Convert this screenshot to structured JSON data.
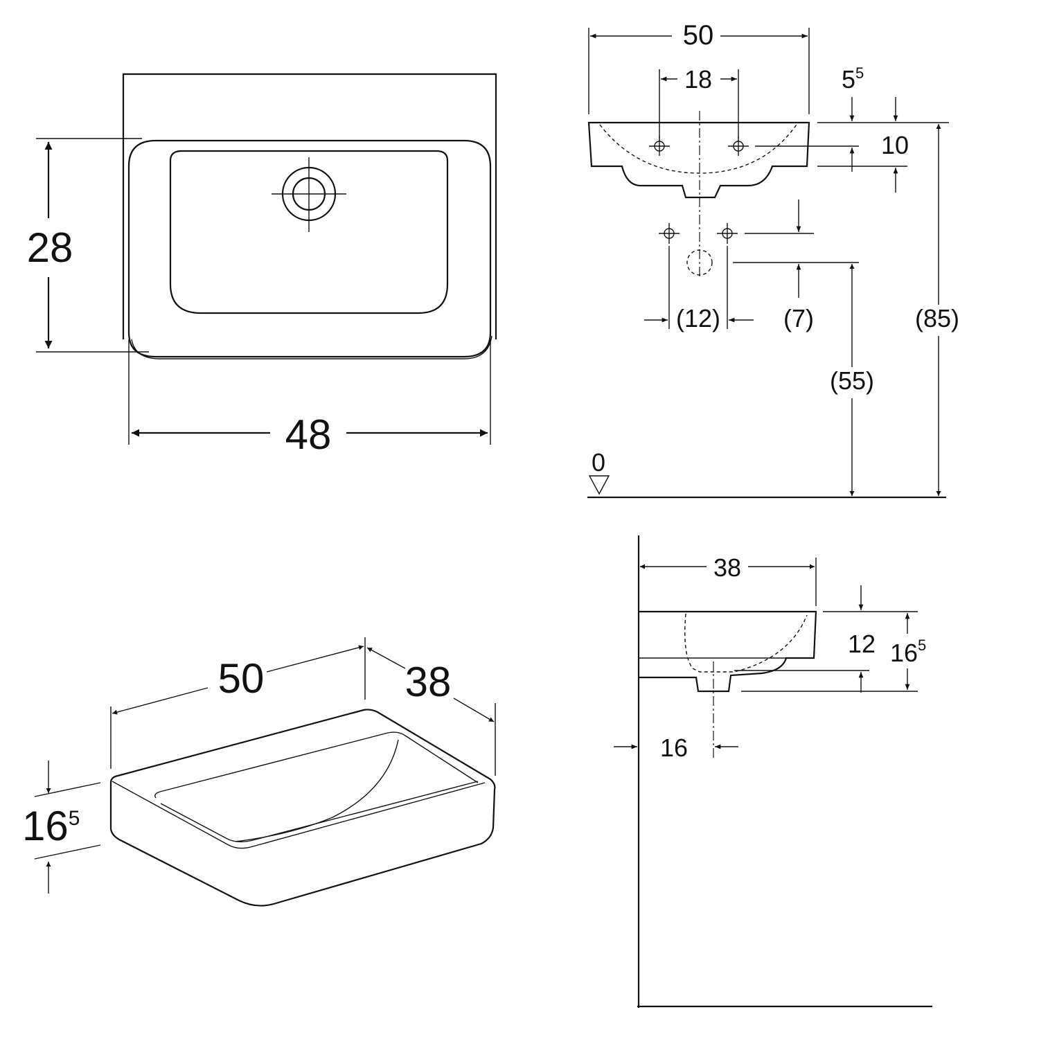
{
  "plan_view": {
    "depth_label": "28",
    "width_label": "48"
  },
  "front_view": {
    "width_label": "50",
    "tap_spacing_label": "18",
    "rim_offset_base": "5",
    "rim_offset_sup": "5",
    "bowl_depth_label": "10",
    "supply_spacing_label": "(12)",
    "supply_offset_label": "(7)",
    "rim_height_label": "(85)",
    "waste_height_label": "(55)",
    "floor_level_label": "0"
  },
  "iso_view": {
    "width_label": "50",
    "depth_label": "38",
    "height_base": "16",
    "height_sup": "5"
  },
  "side_view": {
    "projection_label": "38",
    "inner_depth_label": "12",
    "height_base": "16",
    "height_sup": "5",
    "waste_offset_label": "16"
  }
}
